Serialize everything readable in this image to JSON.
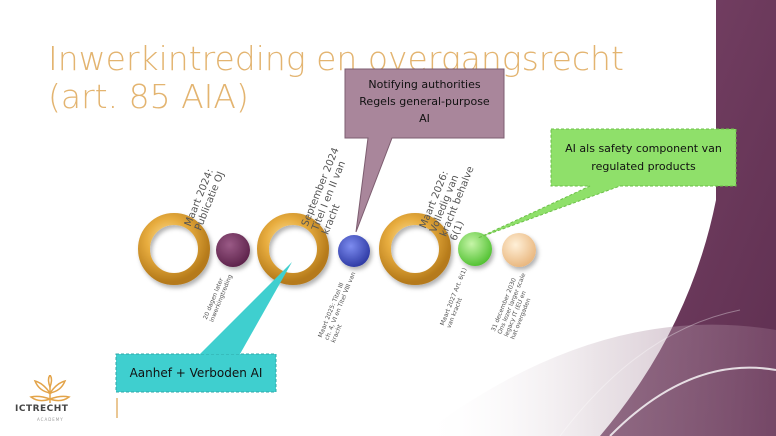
{
  "slide": {
    "title_line1": "Inwerkintreding en overgangsrecht",
    "title_line2": "(art. 85 AIA)"
  },
  "milestones": [
    {
      "lines": [
        "Maart 2024:",
        "Publicatie OJ"
      ]
    },
    {
      "lines": [
        "September 2024",
        "Titel I en II van",
        "kracht"
      ]
    },
    {
      "lines": [
        "Maart 2026:",
        "Volledig van",
        "kracht behalve",
        "6(1)"
      ]
    }
  ],
  "small_labels": [
    {
      "lines": [
        "20 dagen later",
        "inwerkingtreding"
      ]
    },
    {
      "lines": [
        "Maart 2025: Titel III",
        "ch. 4, VI en Titel VIII van",
        "kracht"
      ]
    },
    {
      "lines": [
        "Maart 2027 Art. 6(1)",
        "van kracht"
      ]
    },
    {
      "lines": [
        "31 december 2030",
        "Ons lezer larger scale",
        "legacy IT (EU en",
        "hat overgaden"
      ]
    }
  ],
  "callouts": {
    "notifying": [
      "Notifying authorities",
      "Regels general-purpose",
      "AI"
    ],
    "safety": [
      "AI als safety component van",
      "regulated products"
    ],
    "verboden": [
      "Aanhef + Verboden AI"
    ]
  },
  "logo": {
    "name": "ICTRECHT",
    "sub": "ACADEMY"
  },
  "colors": {
    "title": "#e3b470",
    "ring_gold": "#e2a53c",
    "plum": "#6b3a5c",
    "dot_purple": "#6b2e58",
    "dot_blue": "#3f4fc0",
    "dot_green": "#7ed957",
    "dot_peach": "#f4cfa0",
    "callout_mauve": "#a9869b",
    "callout_green": "#8fe06a",
    "callout_teal": "#3fcfcf"
  }
}
